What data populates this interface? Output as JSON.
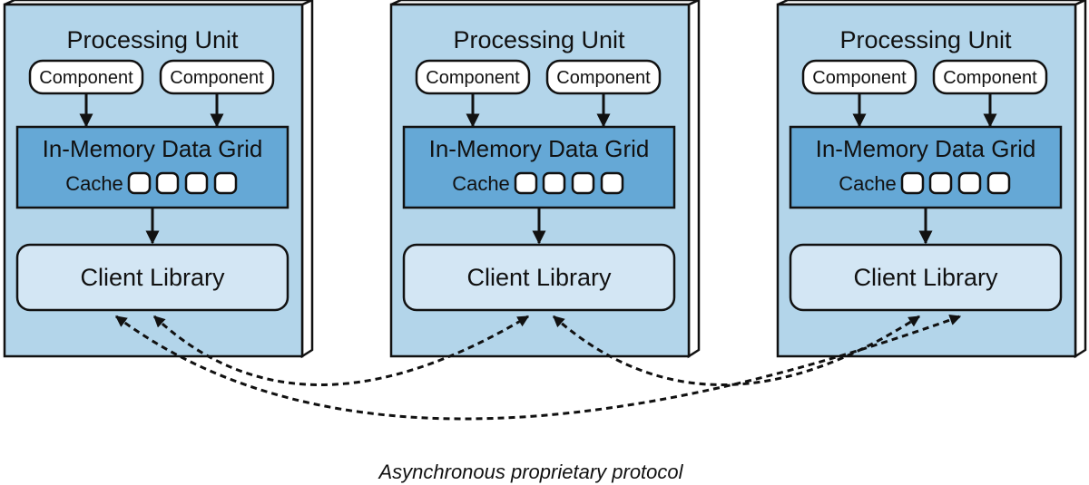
{
  "units": [
    {
      "title": "Processing Unit",
      "components": [
        "Component",
        "Component"
      ],
      "grid_label": "In-Memory Data Grid",
      "cache_label": "Cache",
      "client_label": "Client Library"
    },
    {
      "title": "Processing Unit",
      "components": [
        "Component",
        "Component"
      ],
      "grid_label": "In-Memory Data Grid",
      "cache_label": "Cache",
      "client_label": "Client Library"
    },
    {
      "title": "Processing Unit",
      "components": [
        "Component",
        "Component"
      ],
      "grid_label": "In-Memory Data Grid",
      "cache_label": "Cache",
      "client_label": "Client Library"
    }
  ],
  "protocol_label": "Asynchronous proprietary protocol",
  "colors": {
    "unit_fill": "#b3d5ea",
    "grid_fill": "#65a8d6",
    "client_fill": "#d3e6f4",
    "component_fill": "#ffffff",
    "stroke": "#111111"
  }
}
